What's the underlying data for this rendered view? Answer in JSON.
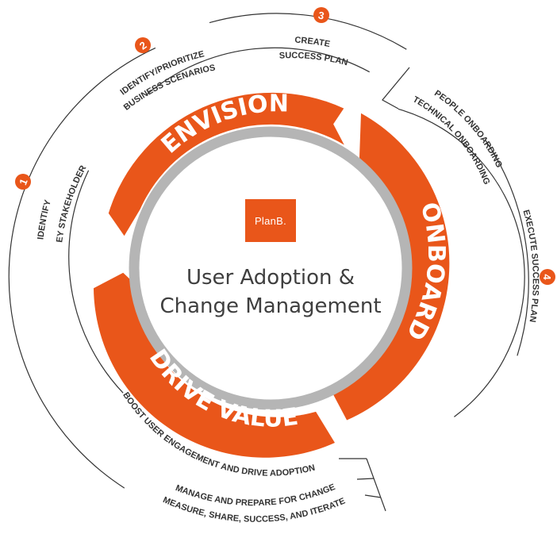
{
  "logo_text": "PlanB.",
  "center_title": {
    "line1": "User Adoption &",
    "line2": "Change Management"
  },
  "phases": {
    "envision": "ENVISION",
    "onboard": "ONBOARD",
    "drive_value": "DRIVE VALUE"
  },
  "steps": [
    {
      "number": "1",
      "line1": "IDENTIFY",
      "line2": "KEY STAKEHOLDERS"
    },
    {
      "number": "2",
      "line1": "IDENTIFY/PRIORITIZE",
      "line2": "BUSINESS SCENARIOS"
    },
    {
      "number": "3",
      "line1": "CREATE",
      "line2": "SUCCESS PLAN"
    },
    {
      "number": "4",
      "line1": "EXECUTE SUCCESS PLAN"
    }
  ],
  "onboarding": {
    "people": "PEOPLE ONBOARDING",
    "technical": "TECHNICAL ONBOARDING"
  },
  "drive_value_items": {
    "boost": "BOOST USER ENGAGEMENT AND DRIVE ADOPTION",
    "manage": "MANAGE AND PREPARE FOR CHANGE",
    "measure": "MEASURE, SHARE, SUCCESS, AND ITERATE"
  },
  "colors": {
    "accent": "#e9561a",
    "ring_gray": "#b5b5b5",
    "text_dark": "#3f3f3f",
    "line_dark": "#333333"
  }
}
